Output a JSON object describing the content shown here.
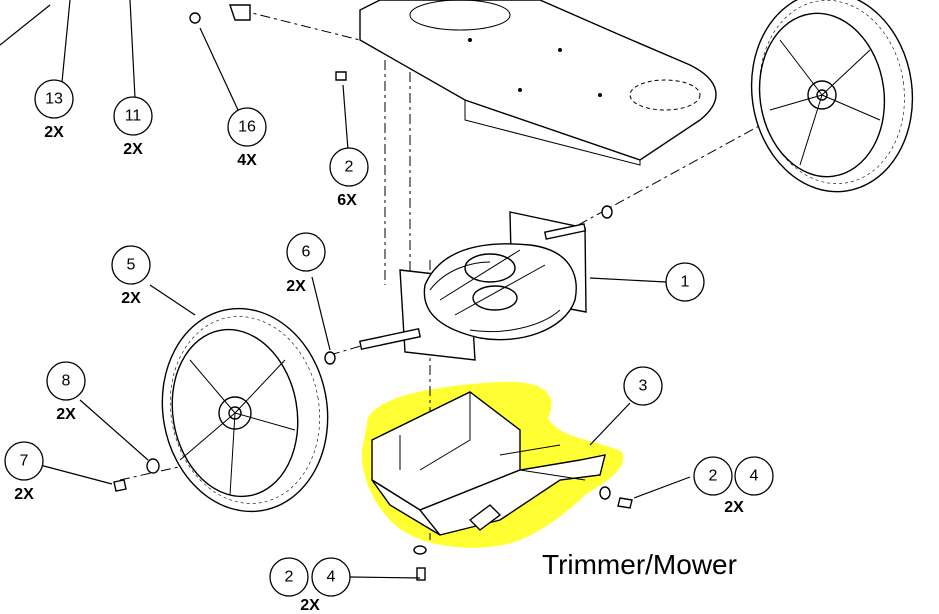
{
  "diagram": {
    "caption": "Trimmer/Mower",
    "highlight_color": "#ffff33",
    "line_color": "#000000",
    "callouts": [
      {
        "id": "c13",
        "label": "13",
        "qty": "2X"
      },
      {
        "id": "c11",
        "label": "11",
        "qty": "2X"
      },
      {
        "id": "c16",
        "label": "16",
        "qty": "4X"
      },
      {
        "id": "c2top",
        "label": "2",
        "qty": "6X"
      },
      {
        "id": "c1",
        "label": "1",
        "qty": ""
      },
      {
        "id": "c5",
        "label": "5",
        "qty": "2X"
      },
      {
        "id": "c6",
        "label": "6",
        "qty": "2X"
      },
      {
        "id": "c8",
        "label": "8",
        "qty": "2X"
      },
      {
        "id": "c7",
        "label": "7",
        "qty": "2X"
      },
      {
        "id": "c3",
        "label": "3",
        "qty": ""
      },
      {
        "id": "c24right",
        "label": "2",
        "label2": "4",
        "qty": "2X"
      },
      {
        "id": "c24bottom",
        "label": "2",
        "label2": "4",
        "qty": "2X"
      }
    ]
  }
}
